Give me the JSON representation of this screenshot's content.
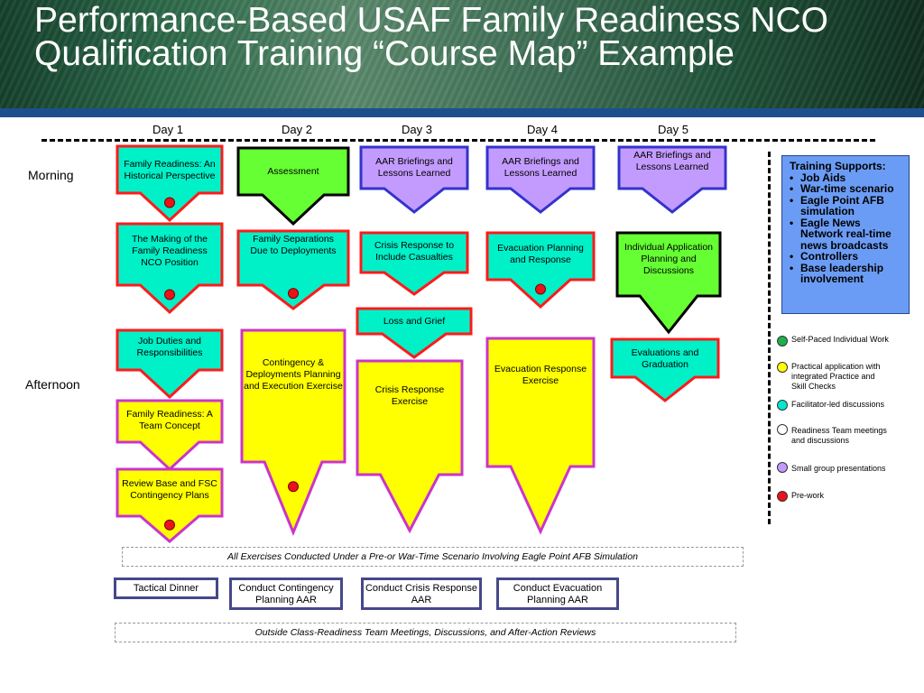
{
  "title": "Performance-Based USAF Family Readiness NCO Qualification Training “Course Map” Example",
  "days": [
    "Day 1",
    "Day 2",
    "Day 3",
    "Day 4",
    "Day 5"
  ],
  "periods": {
    "morning": "Morning",
    "afternoon": "Afternoon"
  },
  "colors": {
    "cyan": "#00f0c8",
    "green": "#66ff33",
    "yellow": "#ffff00",
    "lavender": "#c39bff",
    "red_border": "#ff1a1a",
    "magenta_border": "#cc33cc",
    "purple_border": "#3333cc",
    "dark_border": "#000000",
    "support_bg": "#6b9cf5"
  },
  "blocks": {
    "d1_b1": "Family Readiness: An Historical Perspective",
    "d1_b2": "The Making of the Family Readiness NCO Position",
    "d1_b3": "Job Duties and Responsibilities",
    "d1_b4": "Family Readiness: A Team Concept",
    "d1_b5": "Review Base and FSC Contingency Plans",
    "d2_b1": "Assessment",
    "d2_b2": "Family Separations Due to Deployments",
    "d2_b3": "Contingency & Deployments Planning and Execution Exercise",
    "d3_b1": "AAR Briefings and Lessons Learned",
    "d3_b2": "Crisis Response to Include Casualties",
    "d3_b3": "Loss and Grief",
    "d3_b4": "Crisis Response Exercise",
    "d4_b1": "AAR Briefings and Lessons Learned",
    "d4_b2": "Evacuation Planning and Response",
    "d4_b3": "Evacuation Response Exercise",
    "d5_b1": "AAR Briefings and Lessons Learned",
    "d5_b2": "Individual Application Planning and Discussions",
    "d5_b3": "Evaluations and Graduation"
  },
  "supports": {
    "heading": "Training Supports:",
    "items": [
      "Job Aids",
      "War-time scenario",
      "Eagle Point AFB simulation",
      "Eagle News Network real-time news broadcasts",
      "Controllers",
      "Base leadership involvement"
    ]
  },
  "legend": [
    {
      "label": "Self-Paced Individual Work",
      "color": "#1fb04a"
    },
    {
      "label": "Practical application with integrated Practice and Skill Checks",
      "color": "#ffff00"
    },
    {
      "label": "Facilitator-led discussions",
      "color": "#00e8d0"
    },
    {
      "label": "Readiness Team meetings and discussions",
      "color": "#ffffff"
    },
    {
      "label": "Small group presentations",
      "color": "#c39bff"
    },
    {
      "label": "Pre-work",
      "color": "#e8141a"
    }
  ],
  "notes": {
    "exercises": "All Exercises Conducted Under a Pre-or War-Time Scenario Involving Eagle Point AFB Simulation",
    "outside": "Outside Class-Readiness Team Meetings, Discussions, and After-Action Reviews"
  },
  "after_class": [
    "Tactical Dinner",
    "Conduct Contingency Planning AAR",
    "Conduct Crisis Response AAR",
    "Conduct Evacuation Planning AAR"
  ]
}
